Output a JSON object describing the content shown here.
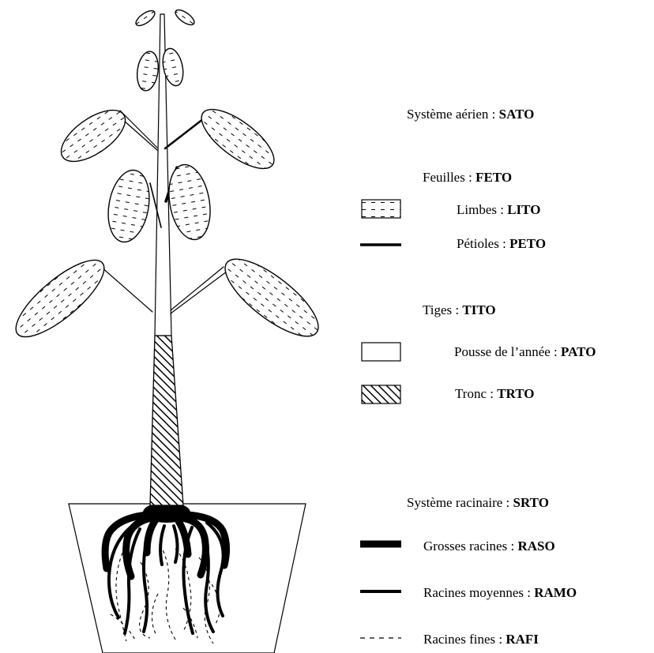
{
  "colors": {
    "ink": "#000000",
    "background": "#ffffff"
  },
  "legend": {
    "aerial": {
      "label": "Système aérien :",
      "code": "SATO"
    },
    "leaves": {
      "label": "Feuilles :",
      "code": "FETO"
    },
    "blades": {
      "label": "Limbes :",
      "code": "LITO",
      "swatch": "dashed-hatch"
    },
    "petioles": {
      "label": "Pétioles :",
      "code": "PETO",
      "swatch": "thick-line"
    },
    "stems": {
      "label": "Tiges :",
      "code": "TITO"
    },
    "shoot": {
      "label": "Pousse de l’année :",
      "code": "PATO",
      "swatch": "empty-box"
    },
    "trunk": {
      "label": "Tronc :",
      "code": "TRTO",
      "swatch": "diagonal-hatch"
    },
    "root_system": {
      "label": "Système racinaire :",
      "code": "SRTO"
    },
    "large_roots": {
      "label": "Grosses racines :",
      "code": "RASO",
      "swatch": "very-thick-line"
    },
    "medium_roots": {
      "label": "Racines moyennes :",
      "code": "RAMO",
      "swatch": "medium-line"
    },
    "fine_roots": {
      "label": "Racines fines :",
      "code": "RAFI",
      "swatch": "dashed-line"
    }
  }
}
